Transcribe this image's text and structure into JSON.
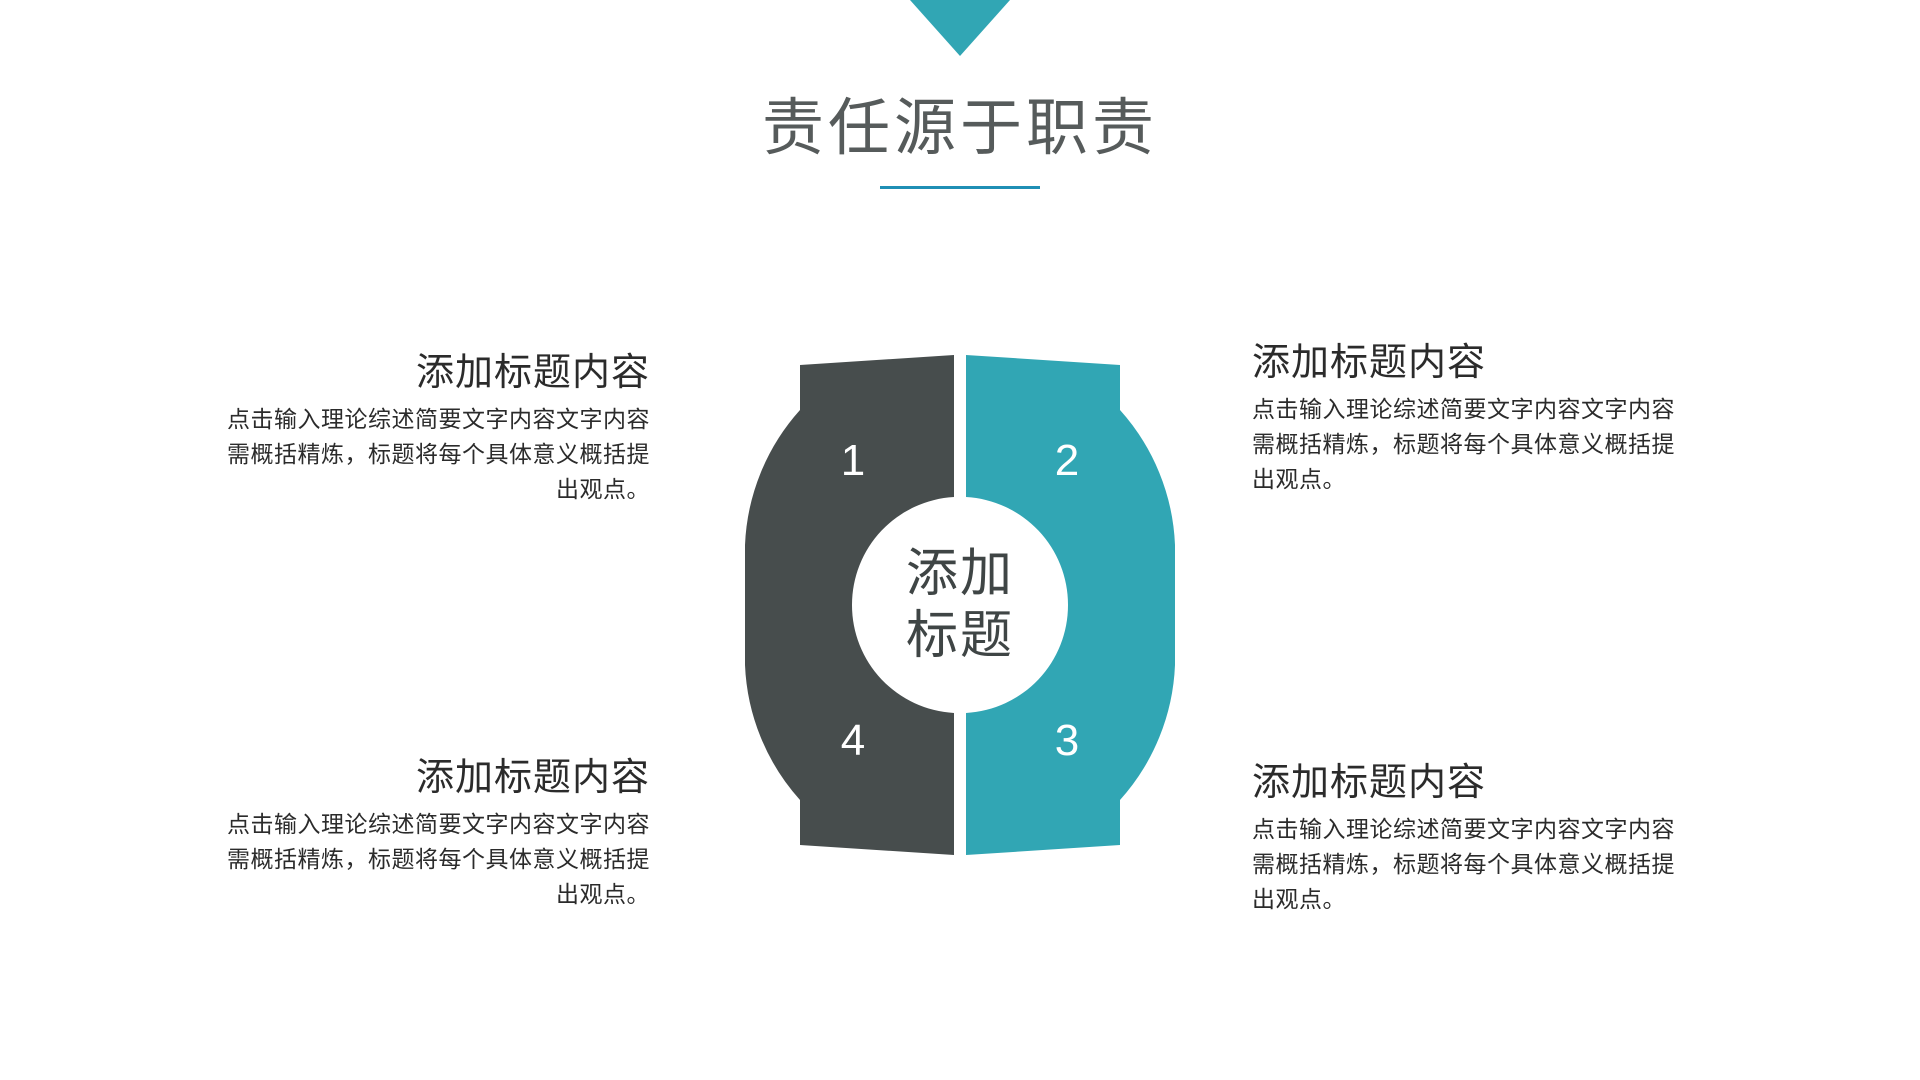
{
  "slide": {
    "background_color": "#ffffff",
    "accent_color": "#31a6b4",
    "dark_color": "#474d4d",
    "rule_color": "#1f8fb5",
    "title": "责任源于职责"
  },
  "decoration": {
    "top_triangle_name": "triangle-down-icon",
    "title_rule_name": "title-underline"
  },
  "diagram": {
    "center_line_1": "添加",
    "center_line_2": "标题",
    "segments": [
      {
        "number": "1",
        "color": "#474d4d",
        "position": "top-left"
      },
      {
        "number": "2",
        "color": "#31a6b4",
        "position": "top-right"
      },
      {
        "number": "3",
        "color": "#31a6b4",
        "position": "bottom-right"
      },
      {
        "number": "4",
        "color": "#474d4d",
        "position": "bottom-left"
      }
    ]
  },
  "callouts": [
    {
      "id": "1",
      "align": "right",
      "title": "添加标题内容",
      "body": "点击输入理论综述简要文字内容文字内容需概括精炼，标题将每个具体意义概括提出观点。"
    },
    {
      "id": "2",
      "align": "left",
      "title": "添加标题内容",
      "body": "点击输入理论综述简要文字内容文字内容需概括精炼，标题将每个具体意义概括提出观点。"
    },
    {
      "id": "3",
      "align": "left",
      "title": "添加标题内容",
      "body": "点击输入理论综述简要文字内容文字内容需概括精炼，标题将每个具体意义概括提出观点。"
    },
    {
      "id": "4",
      "align": "right",
      "title": "添加标题内容",
      "body": "点击输入理论综述简要文字内容文字内容需概括精炼，标题将每个具体意义概括提出观点。"
    }
  ],
  "chart_data": {
    "type": "pie",
    "title": "添加标题",
    "categories": [
      "1",
      "2",
      "3",
      "4"
    ],
    "values": [
      25,
      25,
      25,
      25
    ],
    "colors": [
      "#474d4d",
      "#31a6b4",
      "#31a6b4",
      "#474d4d"
    ],
    "legend": [
      "添加标题内容",
      "添加标题内容",
      "添加标题内容",
      "添加标题内容"
    ],
    "inner_radius_ratio": 0.5,
    "grid": false
  }
}
